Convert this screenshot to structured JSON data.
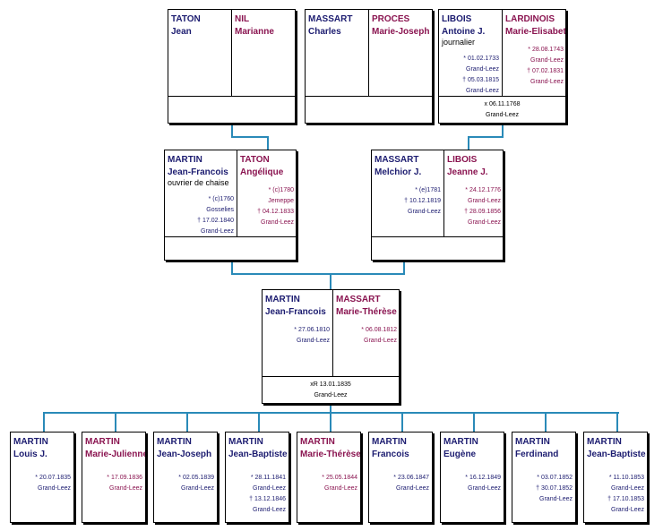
{
  "colors": {
    "male": "#1c1c70",
    "female": "#8a1450",
    "connector": "#2a8ab8"
  },
  "grandparents": [
    {
      "husband": {
        "surname": "TATON",
        "given": "Jean"
      },
      "wife": {
        "surname": "NIL",
        "given": "Marianne"
      }
    },
    {
      "husband": {
        "surname": "MASSART",
        "given": "Charles"
      },
      "wife": {
        "surname": "PROCES",
        "given": "Marie-Joseph"
      }
    },
    {
      "husband": {
        "surname": "LIBOIS",
        "given": "Antoine  J.",
        "occupation": "journalier",
        "birth": "* 01.02.1733",
        "birth_place": "Grand-Leez",
        "death": "† 05.03.1815",
        "death_place": "Grand-Leez"
      },
      "wife": {
        "surname": "LARDINOIS",
        "given": "Marie-Elisabeth",
        "birth": "* 28.08.1743",
        "birth_place": "Grand-Leez",
        "death": "† 07.02.1831",
        "death_place": "Grand-Leez"
      },
      "marriage": "x 06.11.1768",
      "marriage_place": "Grand-Leez"
    }
  ],
  "parents": [
    {
      "husband": {
        "surname": "MARTIN",
        "given": "Jean-Francois",
        "occupation": "ouvrier de chaise",
        "birth": "* (c)1760",
        "birth_place": "Gosselies",
        "death": "† 17.02.1840",
        "death_place": "Grand-Leez"
      },
      "wife": {
        "surname": "TATON",
        "given": "Angélique",
        "birth": "* (c)1780",
        "birth_place": "Jemeppe",
        "death": "† 04.12.1833",
        "death_place": "Grand-Leez"
      }
    },
    {
      "husband": {
        "surname": "MASSART",
        "given": "Melchior  J.",
        "birth": "* (e)1781",
        "death": "† 10.12.1819",
        "death_place": "Grand-Leez"
      },
      "wife": {
        "surname": "LIBOIS",
        "given": "Jeanne  J.",
        "birth": "* 24.12.1776",
        "birth_place": "Grand-Leez",
        "death": "† 28.09.1856",
        "death_place": "Grand-Leez"
      }
    }
  ],
  "focus": {
    "husband": {
      "surname": "MARTIN",
      "given": "Jean-Francois",
      "birth": "* 27.06.1810",
      "birth_place": "Grand-Leez"
    },
    "wife": {
      "surname": "MASSART",
      "given": "Marie-Thérèse  C",
      "birth": "* 06.08.1812",
      "birth_place": "Grand-Leez"
    },
    "marriage": "xR 13.01.1835",
    "marriage_place": "Grand-Leez"
  },
  "children": [
    {
      "surname": "MARTIN",
      "given": "Louis  J.",
      "sex": "m",
      "birth": "* 20.07.1835",
      "birth_place": "Grand-Leez"
    },
    {
      "surname": "MARTIN",
      "given": "Marie-Julienne",
      "sex": "f",
      "birth": "* 17.09.1836",
      "birth_place": "Grand-Leez"
    },
    {
      "surname": "MARTIN",
      "given": "Jean-Joseph",
      "sex": "m",
      "birth": "* 02.05.1839",
      "birth_place": "Grand-Leez"
    },
    {
      "surname": "MARTIN",
      "given": "Jean-Baptiste",
      "sex": "m",
      "birth": "* 28.11.1841",
      "birth_place": "Grand-Leez",
      "death": "† 13.12.1846",
      "death_place": "Grand-Leez"
    },
    {
      "surname": "MARTIN",
      "given": "Marie-Thérèse",
      "sex": "f",
      "birth": "* 25.05.1844",
      "birth_place": "Grand-Leez"
    },
    {
      "surname": "MARTIN",
      "given": "Francois",
      "sex": "m",
      "birth": "* 23.06.1847",
      "birth_place": "Grand-Leez"
    },
    {
      "surname": "MARTIN",
      "given": "Eugène",
      "sex": "m",
      "birth": "* 16.12.1849",
      "birth_place": "Grand-Leez"
    },
    {
      "surname": "MARTIN",
      "given": "Ferdinand",
      "sex": "m",
      "birth": "* 03.07.1852",
      "death": "† 30.07.1852",
      "death_place": "Grand-Leez"
    },
    {
      "surname": "MARTIN",
      "given": "Jean-Baptiste",
      "sex": "m",
      "birth": "* 11.10.1853",
      "birth_place": "Grand-Leez",
      "death": "† 17.10.1853",
      "death_place": "Grand-Leez"
    }
  ]
}
